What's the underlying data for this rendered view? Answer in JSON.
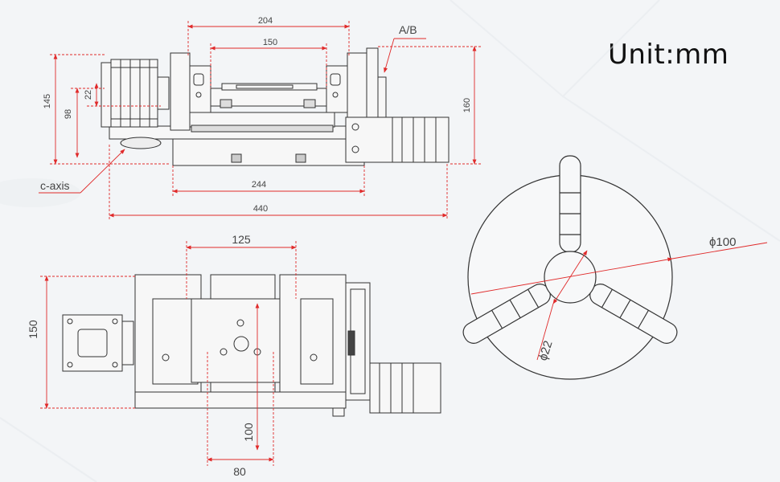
{
  "title": "Unit:mm",
  "top_view": {
    "dim_204": "204",
    "dim_150": "150",
    "dim_145": "145",
    "dim_98": "98",
    "dim_22": "22",
    "dim_160": "160",
    "dim_244": "244",
    "dim_440": "440",
    "label_ab": "A/B",
    "label_caxis": "c-axis"
  },
  "front_view": {
    "dim_125": "125",
    "dim_150": "150",
    "dim_100": "100",
    "dim_80": "80"
  },
  "chuck_view": {
    "dim_phi100": "ϕ100",
    "dim_phi22": "ϕ22"
  },
  "colors": {
    "dimension": "#e02a2a",
    "outline": "#333333",
    "background": "#f3f5f7"
  }
}
